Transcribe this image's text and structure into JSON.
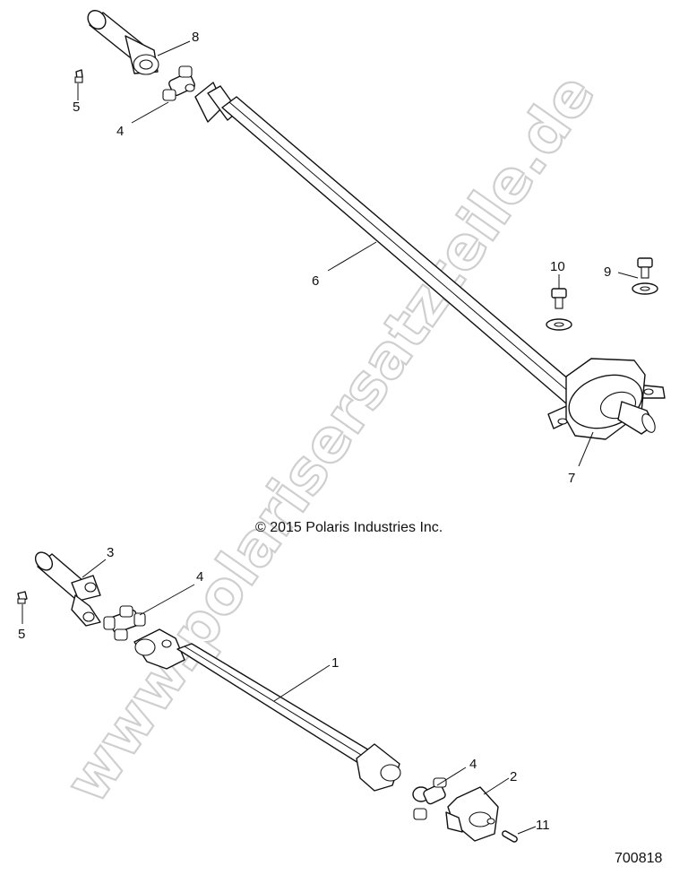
{
  "diagram": {
    "copyright": "© 2015 Polaris Industries Inc.",
    "figure_number": "700818",
    "watermark": "www.polarisersatzteile.de",
    "callouts": {
      "top_8": "8",
      "top_5": "5",
      "top_4": "4",
      "top_6": "6",
      "top_10": "10",
      "top_9": "9",
      "top_7": "7",
      "bottom_3": "3",
      "bottom_4a": "4",
      "bottom_5": "5",
      "bottom_1": "1",
      "bottom_4b": "4",
      "bottom_2": "2",
      "bottom_11": "11"
    }
  }
}
